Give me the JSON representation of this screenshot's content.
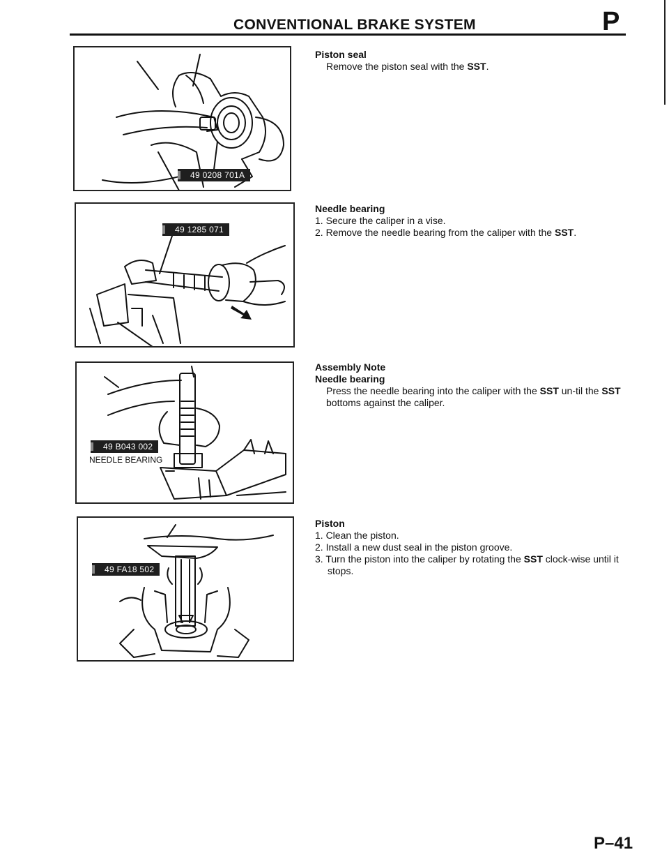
{
  "header": {
    "title": "CONVENTIONAL BRAKE SYSTEM",
    "section_letter": "P"
  },
  "figures": [
    {
      "code": "49 0208 701A"
    },
    {
      "code": "49 1285 071"
    },
    {
      "code": "49 B043 002",
      "label": "NEEDLE BEARING"
    },
    {
      "code": "49 FA18 502"
    }
  ],
  "sections": {
    "piston_seal": {
      "heading": "Piston seal",
      "body_before": "Remove the piston seal with the ",
      "sst": "SST",
      "body_after": "."
    },
    "needle_bearing": {
      "heading": "Needle bearing",
      "step1": "1. Secure the caliper in a vise.",
      "step2_before": "2. Remove the needle bearing from the caliper with the ",
      "sst": "SST",
      "step2_after": "."
    },
    "assembly_note": {
      "note_heading": "Assembly Note",
      "heading": "Needle bearing",
      "body_before": "Press the needle bearing into the caliper with the ",
      "sst1": "SST",
      "body_middle": " un-til the ",
      "sst2": "SST",
      "body_after": " bottoms against the caliper."
    },
    "piston": {
      "heading": "Piston",
      "step1": "1. Clean the piston.",
      "step2": "2. Install a new dust seal in the piston groove.",
      "step3_before": "3. Turn the piston into the caliper by rotating the ",
      "sst": "SST",
      "step3_after": " clock-wise until it stops."
    }
  },
  "footer": {
    "page_number": "P–41"
  }
}
